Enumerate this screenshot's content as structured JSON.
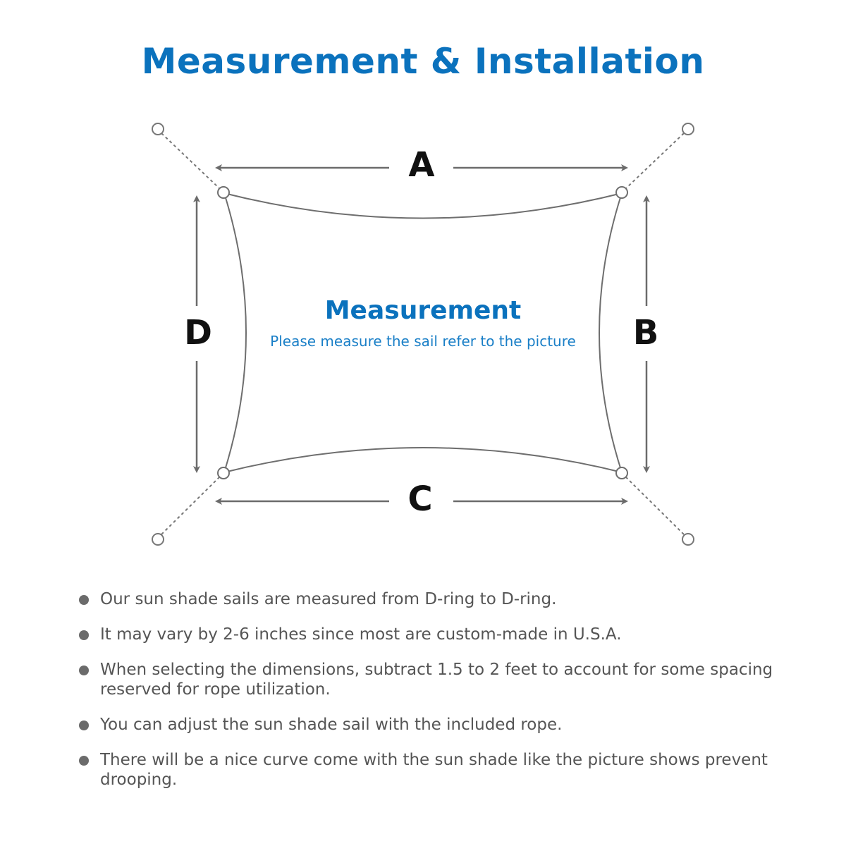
{
  "title": "Measurement & Installation",
  "diagram": {
    "labels": {
      "top": "A",
      "right": "B",
      "bottom": "C",
      "left": "D"
    },
    "center_heading": "Measurement",
    "center_subtext": "Please measure the sail refer to the picture",
    "colors": {
      "accent": "#0b72bd",
      "outline": "#6e6e6e",
      "arrow": "#6b6b6b"
    }
  },
  "notes": [
    "Our sun shade sails are measured from D-ring to D-ring.",
    "It may vary by 2-6 inches since most are custom-made in U.S.A.",
    "When selecting the dimensions, subtract 1.5 to 2 feet to account for some spacing reserved for rope utilization.",
    "You can adjust the sun shade sail with the included rope.",
    "There will be a nice curve come with the sun shade like the picture shows prevent drooping."
  ]
}
